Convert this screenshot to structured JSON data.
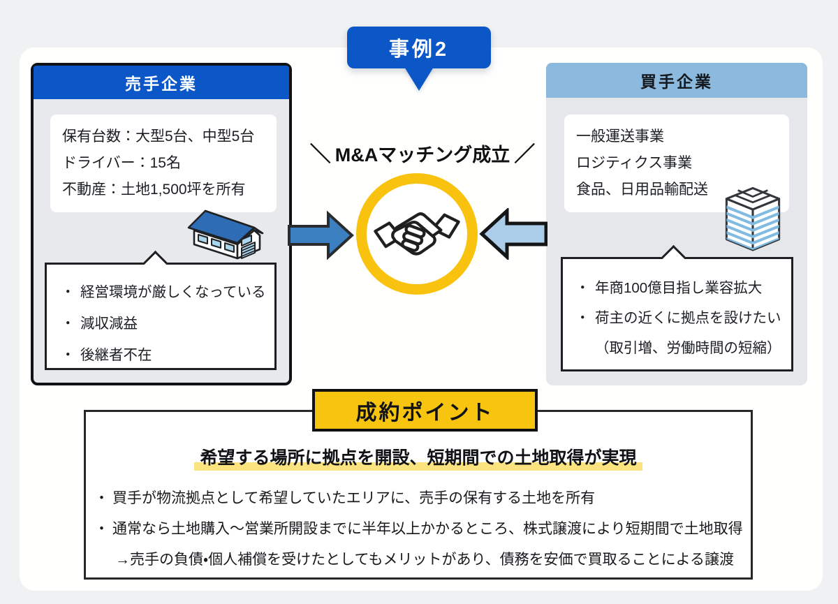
{
  "badge": {
    "label": "事例2"
  },
  "seller": {
    "header": "売手企業",
    "profile": [
      "保有台数：大型5台、中型5台",
      "ドライバー：15名",
      "不動産：土地1,500坪を所有"
    ],
    "notes": [
      {
        "marker": "・",
        "text": "経営環境が厳しくなっている"
      },
      {
        "marker": "・",
        "text": "減収減益"
      },
      {
        "marker": "・",
        "text": "後継者不在"
      }
    ],
    "icon": "warehouse-icon"
  },
  "buyer": {
    "header": "買手企業",
    "profile": [
      "一般運送事業",
      "ロジティクス事業",
      "食品、日用品輸配送"
    ],
    "notes": [
      {
        "marker": "・",
        "text": "年商100億目指し業容拡大"
      },
      {
        "marker": "・",
        "text": "荷主の近くに拠点を設けたい"
      },
      {
        "marker": "",
        "text": "（取引増、労働時間の短縮）"
      }
    ],
    "icon": "office-building-icon"
  },
  "center": {
    "decoration_left": "＼",
    "title": "M&Aマッチング成立",
    "decoration_right": "／",
    "icon": "handshake-icon"
  },
  "points": {
    "label": "成約ポイント",
    "headline": "希望する場所に拠点を開設、短期間での土地取得が実現",
    "bullets": [
      {
        "marker": "・",
        "text": "買手が物流拠点として希望していたエリアに、売手の保有する土地を所有"
      },
      {
        "marker": "・",
        "text": "通常なら土地購入～営業所開設までに半年以上かかるところ、株式譲渡により短期間で土地取得"
      },
      {
        "marker": "",
        "text": "→売手の負債・個人補償を受けたとしてもメリットがあり、債務を安価で買取ることによる譲渡"
      }
    ]
  },
  "colors": {
    "primary_blue": "#0b57c8",
    "light_blue_header": "#8cbade",
    "arrow_blue": "#3d80c2",
    "arrow_light_blue": "#abcde9",
    "ring_yellow": "#f9c20e",
    "label_yellow": "#f7c40f",
    "highlight_yellow": "#fbe380",
    "panel_gray": "#e6e8eb",
    "background_gray": "#f0f1f2"
  }
}
